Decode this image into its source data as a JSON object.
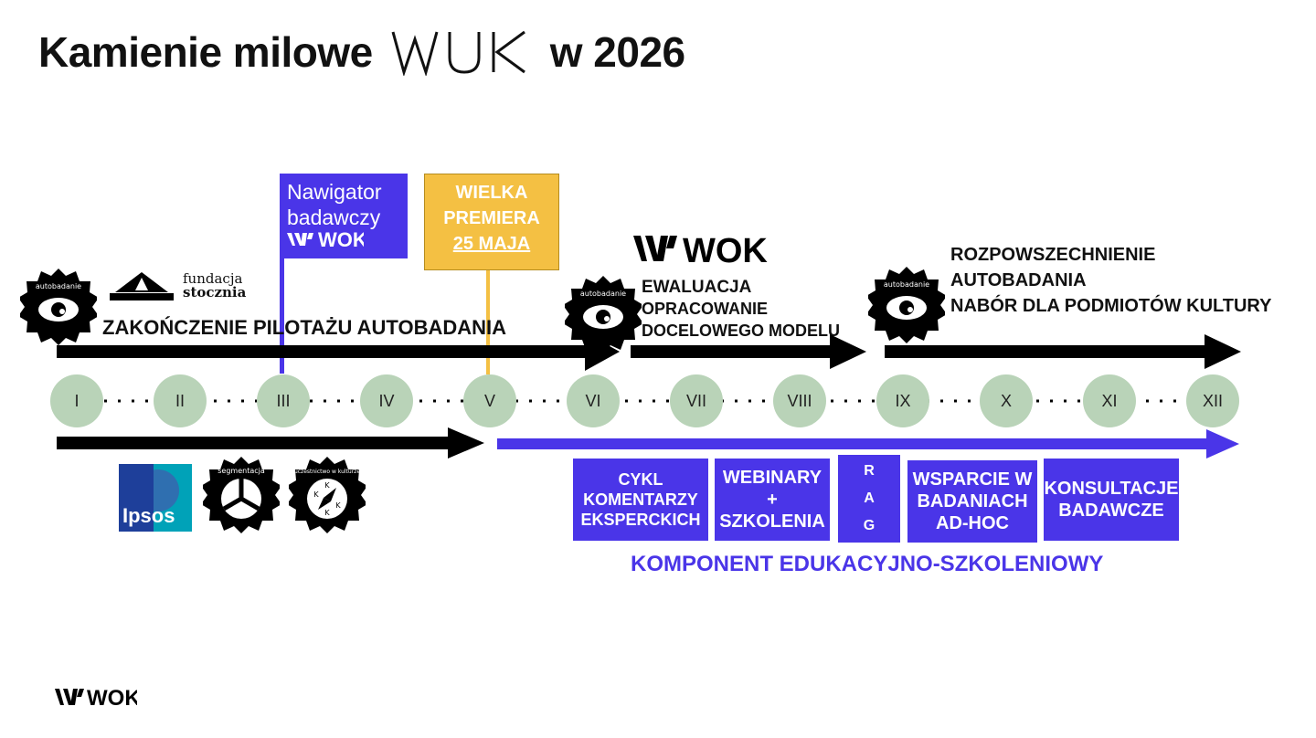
{
  "title": {
    "prefix": "Kamienie milowe",
    "suffix": "w 2026",
    "logo": "WUK"
  },
  "navigator": {
    "line1": "Nawigator",
    "line2": "badawczy",
    "logo": "WOK"
  },
  "premiere": {
    "line1": "WIELKA",
    "line2": "PREMIERA",
    "line3": "25 MAJA"
  },
  "stocznia": {
    "line1": "fundacja",
    "line2": "stocznia"
  },
  "stamps": {
    "autobadanie": "autobadanie",
    "segmentacja": "segmentacja",
    "uczestnictwo": "uczestnictwo w kulturze"
  },
  "phases": {
    "pilot": "ZAKOŃCZENIE PILOTAŻU AUTOBADANIA",
    "evaluation_logo": "WOK",
    "evaluation": [
      "EWALUACJA",
      "OPRACOWANIE",
      "DOCELOWEGO MODELU"
    ],
    "spread": [
      "ROZPOWSZECHNIENIE",
      "AUTOBADANIA",
      "NABÓR DLA PODMIOTÓW KULTURY"
    ]
  },
  "months": [
    "I",
    "II",
    "III",
    "IV",
    "V",
    "VI",
    "VII",
    "VIII",
    "IX",
    "X",
    "XI",
    "XII"
  ],
  "ipsos": "Ipsos",
  "education": {
    "boxes": [
      {
        "lines": [
          "CYKL",
          "KOMENTARZY",
          "EKSPERCKICH"
        ]
      },
      {
        "lines": [
          "WEBINARY",
          "+",
          "SZKOLENIA"
        ]
      },
      {
        "lines": [
          "R",
          "A",
          "G"
        ]
      },
      {
        "lines": [
          "WSPARCIE W",
          "BADANIACH",
          "AD-HOC"
        ]
      },
      {
        "lines": [
          "KONSULTACJE",
          "BADAWCZE"
        ]
      }
    ],
    "title": "KOMPONENT EDUKACYJNO-SZKOLENIOWY"
  },
  "footer": {
    "logo": "WOK"
  },
  "colors": {
    "accent": "#4a35e8",
    "premiere": "#f4c043",
    "month": "#b9d3b8",
    "black": "#000000"
  }
}
